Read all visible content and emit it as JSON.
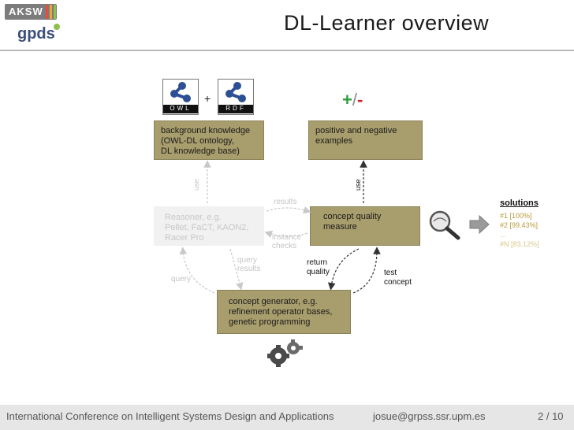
{
  "slide": {
    "title": "DL-Learner overview",
    "page": "2 / 10"
  },
  "logos": {
    "top": "AKSW",
    "bottom": "gpds"
  },
  "footer": {
    "conference": "International Conference on Intelligent Systems Design and Applications",
    "email": "josue@grpss.ssr.upm.es"
  },
  "diagram": {
    "owl_label": "OWL",
    "rdf_label": "RDF",
    "plus": "+",
    "pm_plus": "+",
    "pm_slash": "/",
    "pm_minus": "-",
    "background_box": [
      "background knowledge",
      "(OWL-DL ontology,",
      "DL knowledge base)"
    ],
    "examples_box": [
      "positive and negative",
      "examples"
    ],
    "reasoner_box": [
      "Reasoner, e.g.",
      "Pellet, FaCT, KAON2,",
      "Racer Pro"
    ],
    "quality_box": [
      "concept quality",
      "measure"
    ],
    "generator_box": [
      "concept generator, e.g.",
      "refinement operator bases,",
      "genetic programming"
    ],
    "use_left": "use",
    "use_right": "use",
    "results": "results",
    "instance_checks": [
      "instance",
      "checks"
    ],
    "query_results": [
      "query",
      "results"
    ],
    "query": "query",
    "return_quality": [
      "return",
      "quality"
    ],
    "test_concept": [
      "test",
      "concept"
    ],
    "solutions_title": "solutions",
    "solutions": [
      "#1 [100%]",
      "#2 [99.43%]",
      "...",
      "#N [83.12%]"
    ]
  },
  "colors": {
    "box_fill": "#a89d6c",
    "plus": "#2e9e3c",
    "minus": "#d4222a",
    "solutions_faded": "#d9c88a"
  }
}
